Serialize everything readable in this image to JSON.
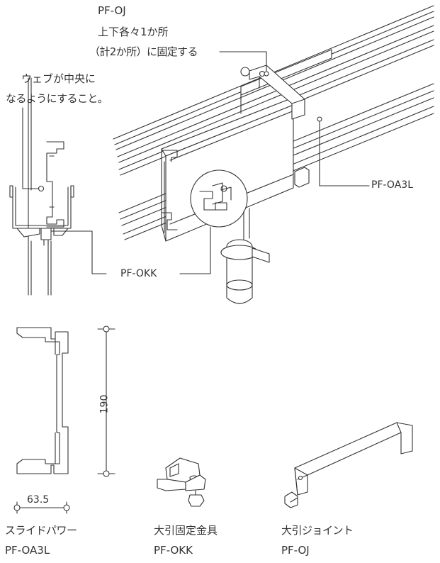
{
  "labels": {
    "pf_oj_callout": [
      "PF-OJ",
      "上下各々1か所",
      "（計2か所）に固定する"
    ],
    "web_note": [
      "ウェブが中央に",
      "なるようにすること。"
    ],
    "pf_oa3l_callout": "PF-OA3L",
    "pf_okk_callout": "PF-OKK"
  },
  "dimensions": {
    "height": "190",
    "width": "63.5"
  },
  "parts": [
    {
      "name": "スライドパワー",
      "code": "PF-OA3L"
    },
    {
      "name": "大引固定金具",
      "code": "PF-OKK"
    },
    {
      "name": "大引ジョイント",
      "code": "PF-OJ"
    }
  ],
  "colors": {
    "line": "#333333",
    "background": "#ffffff"
  }
}
